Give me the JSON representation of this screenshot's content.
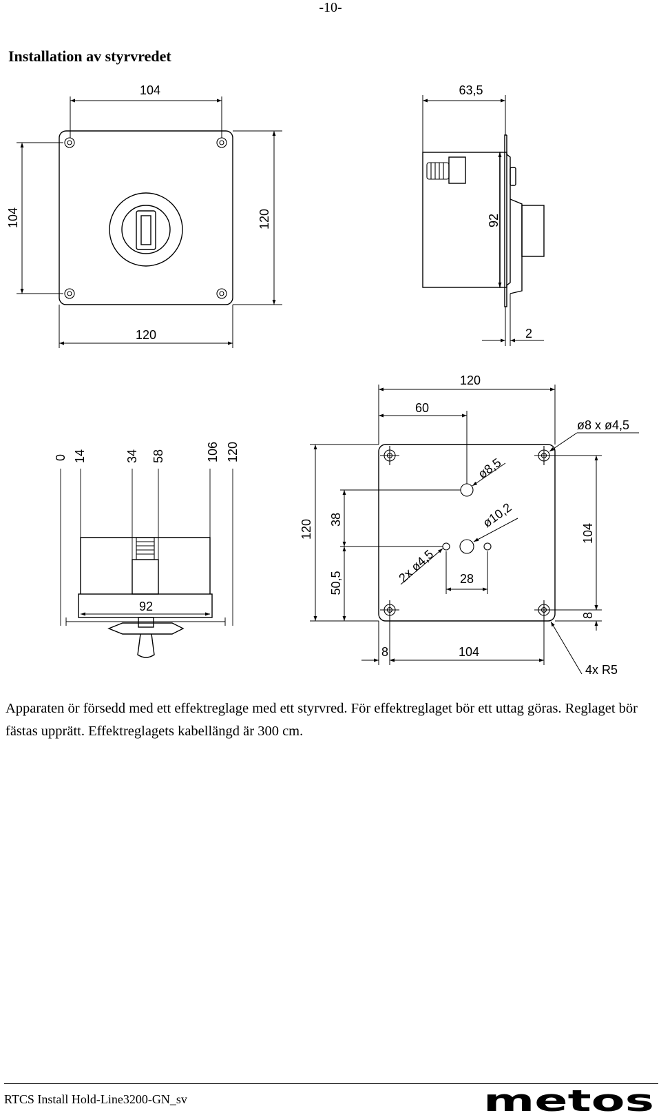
{
  "page": {
    "number": "-10-",
    "title": "Installation av styrvredet",
    "body": "Apparaten ör försedd med ett effektreglage med ett styrvred. För effektreglaget bör ett uttag göras. Reglaget bör fästas upprätt. Effektreglagets kabellängd är 300 cm.",
    "footer": "RTCS Install Hold-Line3200-GN_sv",
    "logo": "metos"
  },
  "drawing": {
    "front_view": {
      "top_width": "104",
      "left_height": "104",
      "right_height": "120",
      "bottom_width": "120"
    },
    "side_view": {
      "depth": "63,5",
      "height": "92",
      "thickness": "2"
    },
    "profile_view": {
      "offsets": [
        "0",
        "14",
        "34",
        "58",
        "106",
        "120"
      ],
      "base_width": "92"
    },
    "drilling_template": {
      "width": "120",
      "half_width": "60",
      "corner_holes": "ø8 x ø4,5",
      "upper_hole": "ø8,5",
      "center_hole": "ø10,2",
      "side_holes": "2x ø4,5",
      "side_hole_spacing": "28",
      "total_height": "120",
      "upper_offset": "38",
      "center_offset": "50,5",
      "hole_spacing_vertical": "104",
      "bottom_offset": "8",
      "left_offset": "8",
      "hole_spacing_horizontal": "104",
      "corner_radius": "4x R5"
    }
  }
}
